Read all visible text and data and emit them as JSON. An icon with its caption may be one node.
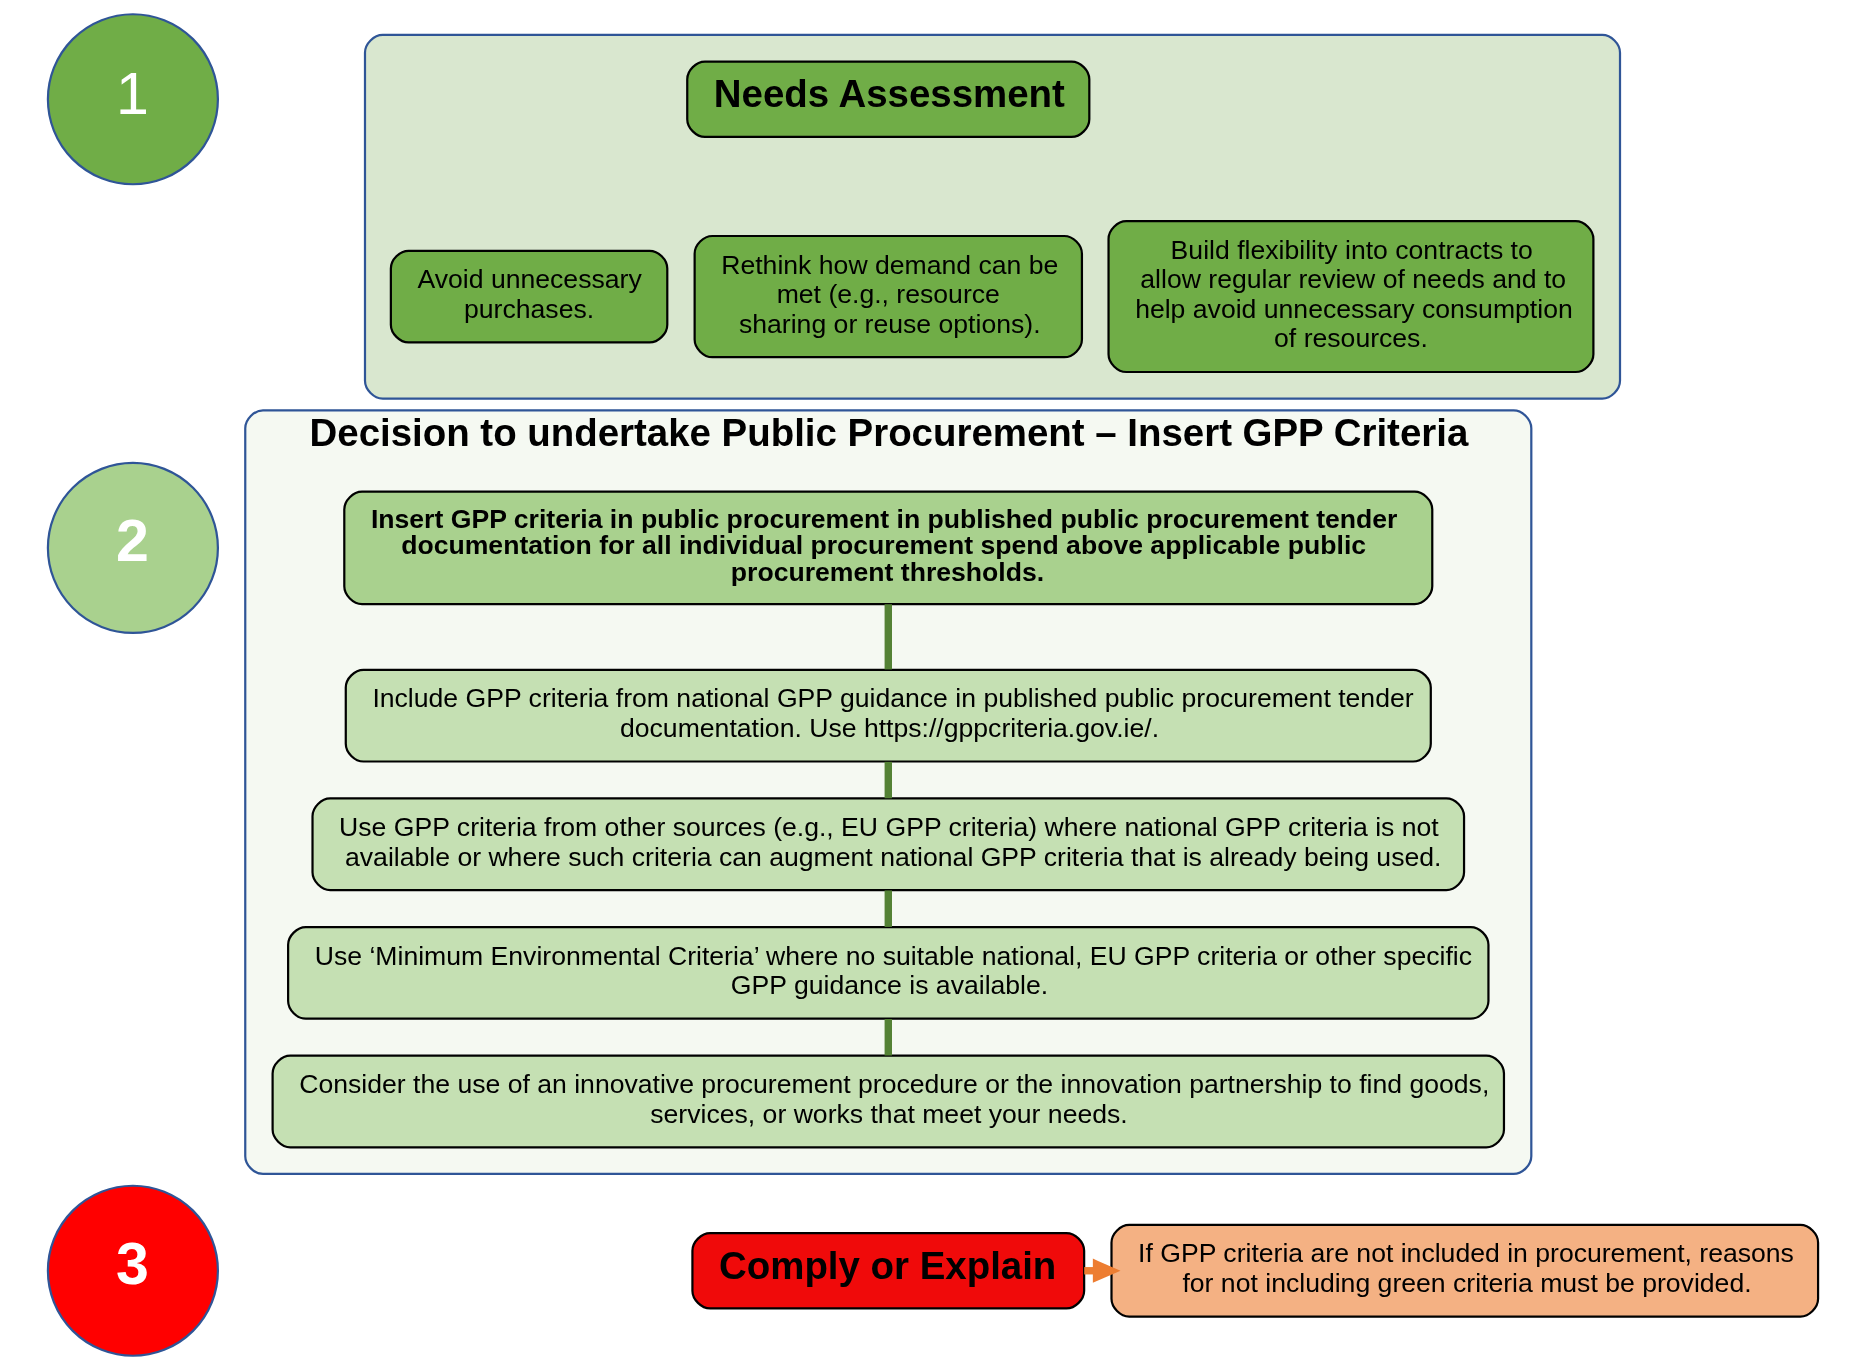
{
  "diagram": {
    "nodes": [
      {
        "text": [
          "1"
        ]
      },
      {
        "text": [],
        "shape": "box"
      },
      {
        "text": [
          "Needs Assessment"
        ],
        "in": 1
      },
      {
        "text": [
          "Avoid unnecessary purchases."
        ],
        "in": 1
      },
      {
        "text": [
          "Rethink how demand can be met (e.g., resource sharing or reuse options)."
        ],
        "in": 1
      },
      {
        "text": [
          "Build flexibility into contracts to allow regular review of needs and to help avoid unnecessary consumption of resources."
        ],
        "in": 1
      },
      {
        "text": [
          "2"
        ]
      },
      {
        "text": [
          "Decision to undertake Public Procurement – Insert GPP Criteria"
        ]
      },
      {
        "text": [
          "Insert GPP criteria in public procurement in published public procurement tender documentation for all individual procurement spend above applicable public procurement thresholds."
        ],
        "in": 7
      },
      {
        "text": [
          "Include GPP criteria from national GPP guidance in published public procurement tender documentation. Use https://gppcriteria.gov.ie/."
        ],
        "in": 7
      },
      {
        "text": [
          "Use GPP criteria from other sources (e.g., EU GPP criteria) where national GPP criteria is not available or where such criteria can augment national GPP criteria that is already being used."
        ],
        "in": 7
      },
      {
        "text": [
          "Use ‘Minimum Environmental Criteria’ where no suitable national, EU GPP criteria or other specific GPP guidance is available."
        ],
        "in": 7
      },
      {
        "text": [
          "Consider the use of an innovative procurement procedure or the innovation partnership to find goods, services, or works that meet your needs."
        ],
        "in": 7
      },
      {
        "text": [
          "3"
        ]
      },
      {
        "text": [
          "Comply or Explain"
        ]
      },
      {
        "text": [
          "If GPP criteria are not included in procurement, reasons for not including green criteria must be provided."
        ]
      }
    ],
    "edges": [
      {
        "from": 8,
        "to": 9,
        "arrow": "none"
      },
      {
        "from": 9,
        "to": 10,
        "arrow": "none"
      },
      {
        "from": 10,
        "to": 11,
        "arrow": "none"
      },
      {
        "from": 11,
        "to": 12,
        "arrow": "none"
      },
      {
        "from": 14,
        "to": 15,
        "arrow": "to",
        "color": "#ed7d31"
      }
    ]
  }
}
